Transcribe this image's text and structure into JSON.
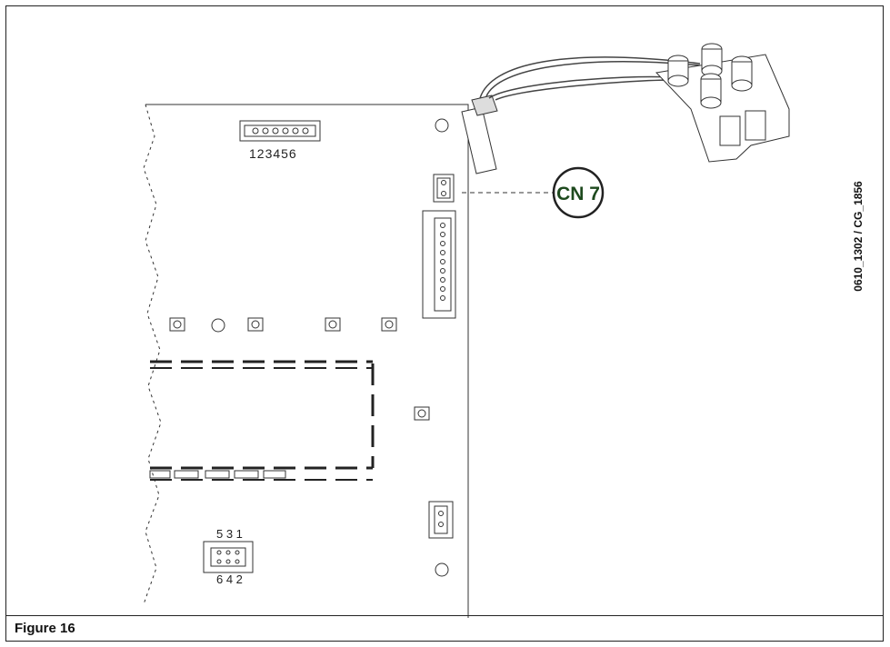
{
  "figure": {
    "caption": "Figure 16",
    "code": "0610_1302 / CG_1856"
  },
  "callout": {
    "label": "CN 7",
    "color": "#1e4a1e"
  },
  "board": {
    "connector_top_pins": "123456",
    "connector_bottom_top_pins": "5 3 1",
    "connector_bottom_bottom_pins": "6 4 2"
  }
}
